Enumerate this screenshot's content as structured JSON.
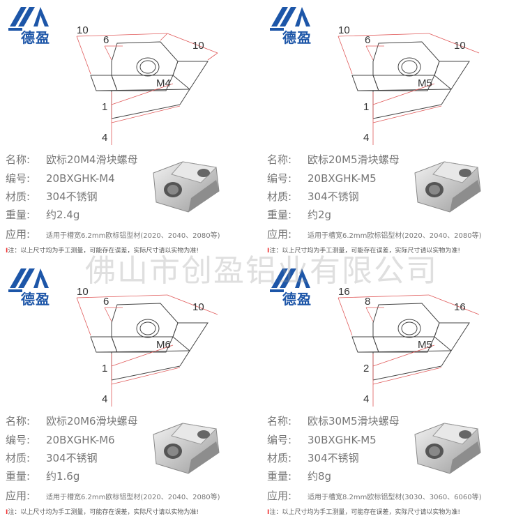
{
  "logo": {
    "text": "德盈",
    "color": "#1d56a8"
  },
  "labels": {
    "name": "名称:",
    "code": "编号:",
    "material": "材质:",
    "weight": "重量:",
    "usage": "应用:"
  },
  "note": {
    "marker": "I",
    "text": "注：以上尺寸均为手工测量，可能存在误差，实际尺寸请以实物为准!"
  },
  "watermark": "佛山市创盈铝业有限公司",
  "products": [
    {
      "name": "欧标20M4滑块螺母",
      "code": "20BXGHK-M4",
      "material": "304不锈钢",
      "weight": "约2.4g",
      "usage": "适用于槽宽6.2mm欧标铝型材(2020、2040、2080等)",
      "dims": {
        "length": "10",
        "top": "6",
        "width": "10",
        "thread": "M4",
        "step": "1",
        "base": "4"
      }
    },
    {
      "name": "欧标20M5滑块螺母",
      "code": "20BXGHK-M5",
      "material": "304不锈钢",
      "weight": "约2g",
      "usage": "适用于槽宽6.2mm欧标铝型材(2020、2040、2080等)",
      "dims": {
        "length": "10",
        "top": "6",
        "width": "10",
        "thread": "M5",
        "step": "1",
        "base": "4"
      }
    },
    {
      "name": "欧标20M6滑块螺母",
      "code": "20BXGHK-M6",
      "material": "304不锈钢",
      "weight": "约1.6g",
      "usage": "适用于槽宽6.2mm欧标铝型材(2020、2040、2080等)",
      "dims": {
        "length": "10",
        "top": "6",
        "width": "10",
        "thread": "M6",
        "step": "1",
        "base": "4"
      }
    },
    {
      "name": "欧标30M5滑块螺母",
      "code": "30BXGHK-M5",
      "material": "304不锈钢",
      "weight": "约8g",
      "usage": "适用于槽宽8.2mm欧标铝型材(3030、3060、6060等)",
      "dims": {
        "length": "16",
        "top": "8",
        "width": "16",
        "thread": "M5",
        "step": "2",
        "base": "4"
      }
    }
  ]
}
